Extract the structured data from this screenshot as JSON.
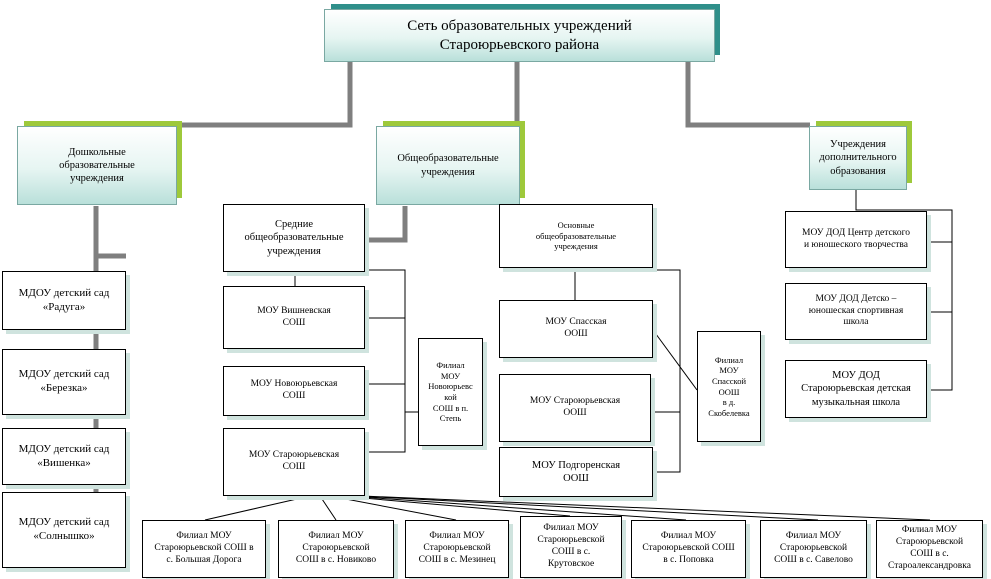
{
  "title": "Сеть образовательных учреждений\nСтароюрьевского района",
  "categories": {
    "preschool": "Дошкольные\nобразовательные\nучреждения",
    "general": "Общеобразовательные\nучреждения",
    "additional": "Учреждения\nдополнительного\nобразования"
  },
  "preschool_items": [
    "МДОУ детский сад\n«Радуга»",
    "МДОУ детский сад\n«Березка»",
    "МДОУ детский сад\n«Вишенка»",
    "МДОУ детский сад\n«Солнышко»"
  ],
  "secondary": {
    "header": "Средние\nобщеобразовательные\nучреждения",
    "schools": [
      "МОУ Вишневская\nСОШ",
      "МОУ Новоюрьевская\nСОШ",
      "МОУ Староюрьевская\nСОШ"
    ],
    "branch": "Филиал\nМОУ\nНовоюрьевс\nкой\nСОШ в п.\nСтепь"
  },
  "basic": {
    "header": "Основные\nобщеобразовательные\nучреждения",
    "schools": [
      "МОУ Спасская\nООШ",
      "МОУ Староюрьевская\nООШ",
      "МОУ Подгоренская\nООШ"
    ],
    "branch": "Филиал\nМОУ\nСпасской\nООШ\nв д.\nСкобелевка"
  },
  "additional_items": [
    "МОУ ДОД  Центр детского\nи юношеского творчества",
    "МОУ ДОД Детско –\nюношеская спортивная\nшкола",
    "МОУ ДОД\nСтароюрьевская детская\nмузыкальная школа"
  ],
  "branches_bottom": [
    "Филиал МОУ\nСтароюрьевской СОШ в\nс. Большая Дорога",
    "Филиал МОУ\nСтароюрьевской\nСОШ в с. Новиково",
    "Филиал МОУ\nСтароюрьевской\nСОШ  в с. Мезинец",
    "Филиал МОУ\nСтароюрьевской\nСОШ  в с.\nКрутовское",
    "Филиал МОУ\nСтароюрьевской СОШ\nв с. Поповка",
    "Филиал МОУ\nСтароюрьевской\nСОШ в с. Савелово",
    "Филиал МОУ\nСтароюрьевской\nСОШ в с.\nСтароалександровка"
  ],
  "colors": {
    "title_bg": "#b9e0da",
    "green_accent": "#9ec93b",
    "teal_accent": "#2f8f8a",
    "connector_gray": "#7f7f7f",
    "box_shadow": "#cfe3de"
  }
}
